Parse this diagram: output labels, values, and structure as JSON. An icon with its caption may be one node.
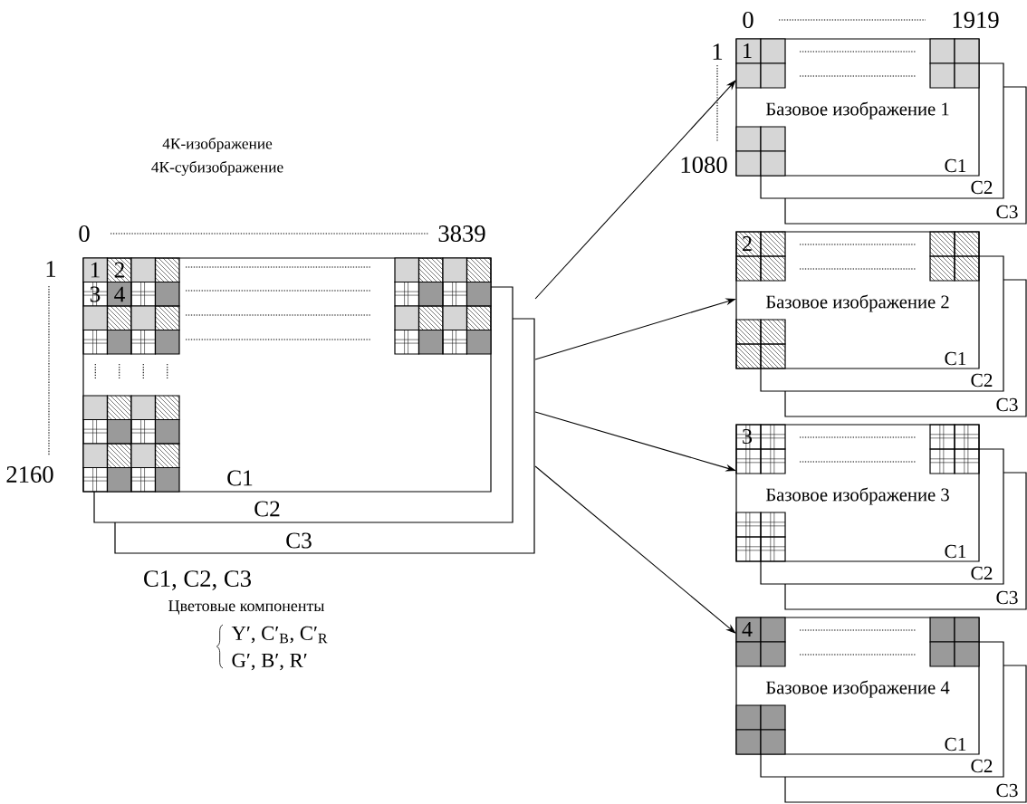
{
  "diagram": {
    "nodes": [
      {
        "text": [
          "C1",
          "C2",
          "C3"
        ]
      },
      {
        "text": [
          "Базовое изображение 1",
          "C1",
          "C2",
          "C3"
        ]
      },
      {
        "text": [
          "Базовое изображение 2",
          "C1",
          "C2",
          "C3"
        ]
      },
      {
        "text": [
          "Базовое изображение 3",
          "C1",
          "C2",
          "C3"
        ]
      },
      {
        "text": [
          "Базовое изображение 4",
          "C1",
          "C2",
          "C3"
        ]
      }
    ],
    "edges": [
      {
        "from": 0,
        "to": 1,
        "arrow": "to"
      },
      {
        "from": 0,
        "to": 2,
        "arrow": "to"
      },
      {
        "from": 0,
        "to": 3,
        "arrow": "to"
      },
      {
        "from": 0,
        "to": 4,
        "arrow": "to"
      }
    ],
    "labels": [
      "0",
      "1919",
      "1",
      "1",
      "4К-изображение",
      "4К-субизображение",
      "1080",
      "0",
      "3839",
      "1",
      "1",
      "2",
      "3",
      "4",
      "2",
      "2160",
      "3",
      "C1, C2, C3",
      "Цветовые компоненты",
      "Y′, C′$_{B}$, C′$_{R}$",
      "4",
      "G′, B′, R′"
    ]
  }
}
